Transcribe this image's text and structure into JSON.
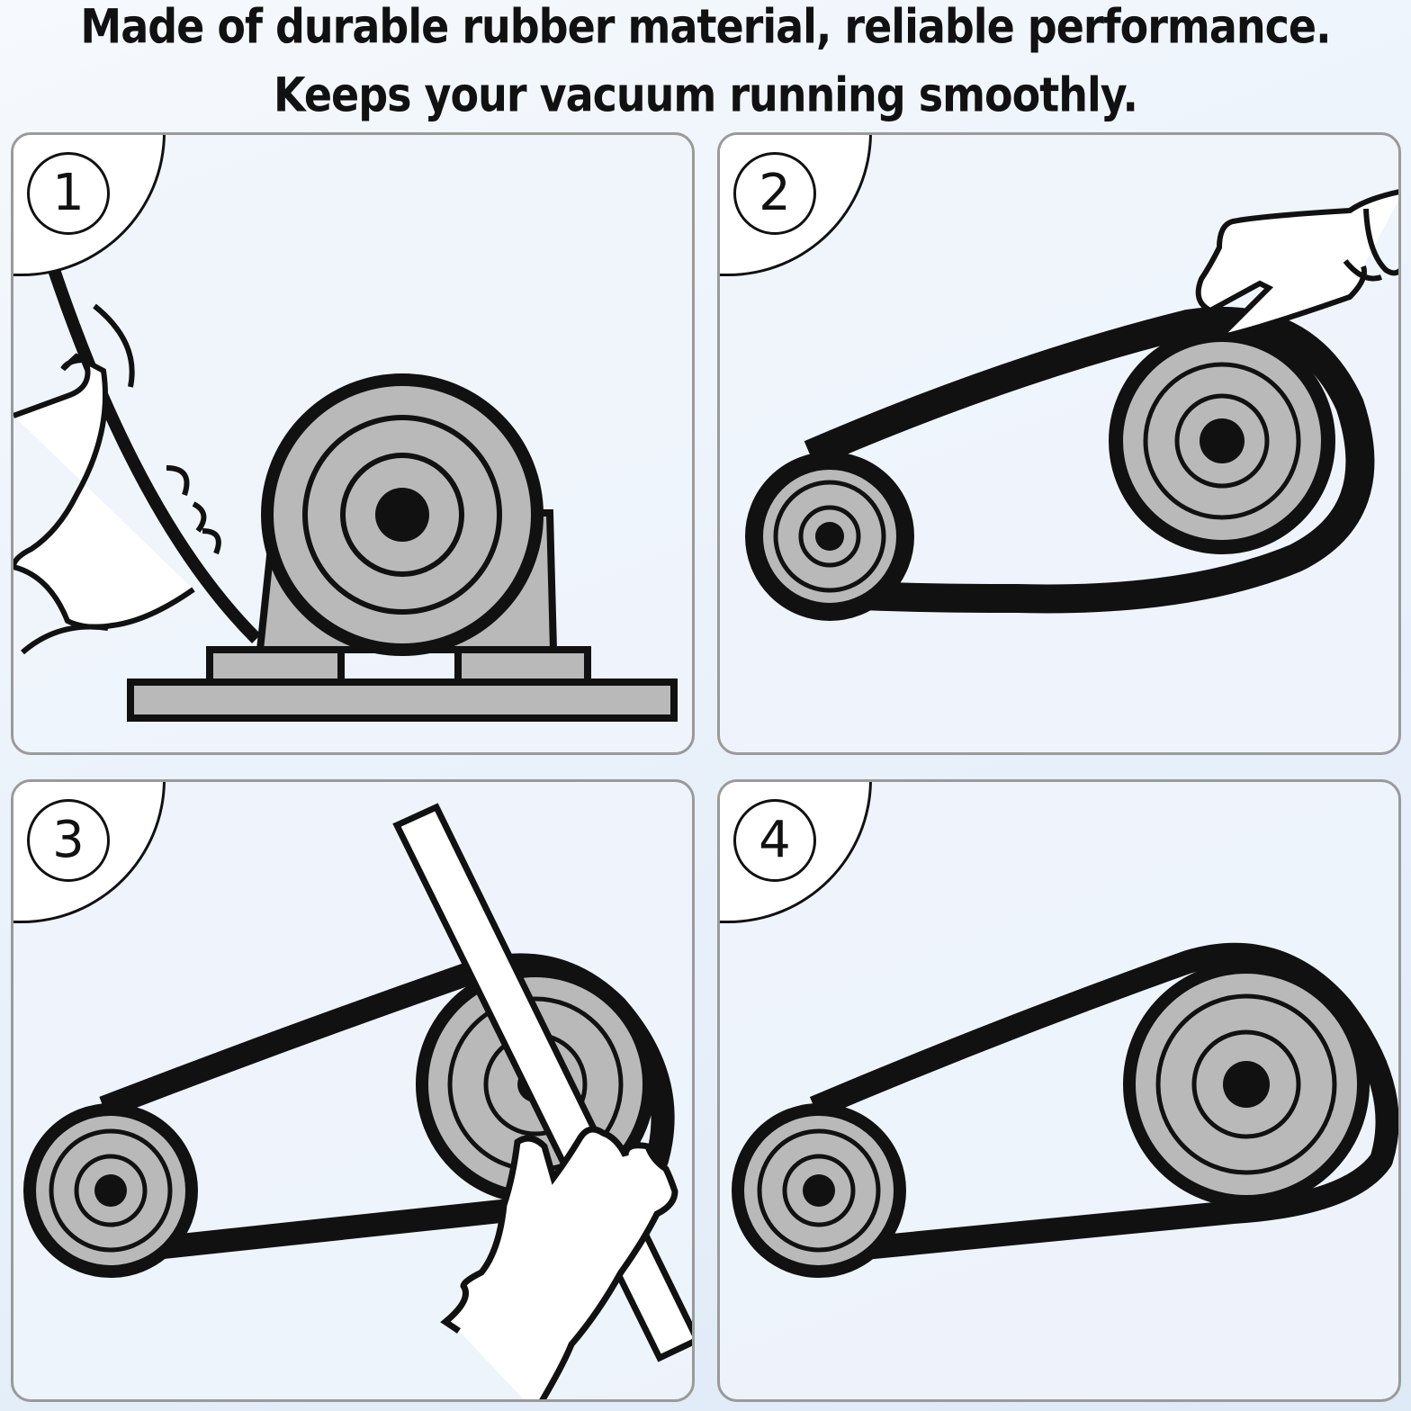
{
  "headline": {
    "line1": "Made of durable rubber material, reliable performance.",
    "line2": "Keeps your vacuum running smoothly."
  },
  "steps": [
    {
      "number": "1",
      "icon": "remove-belt-illustration"
    },
    {
      "number": "2",
      "icon": "loop-belt-illustration"
    },
    {
      "number": "3",
      "icon": "pry-belt-with-tool-illustration"
    },
    {
      "number": "4",
      "icon": "installed-belt-illustration"
    }
  ],
  "colors": {
    "line": "#111111",
    "pulley": "#b9b9b9",
    "panel_border": "#9a9a9a"
  }
}
